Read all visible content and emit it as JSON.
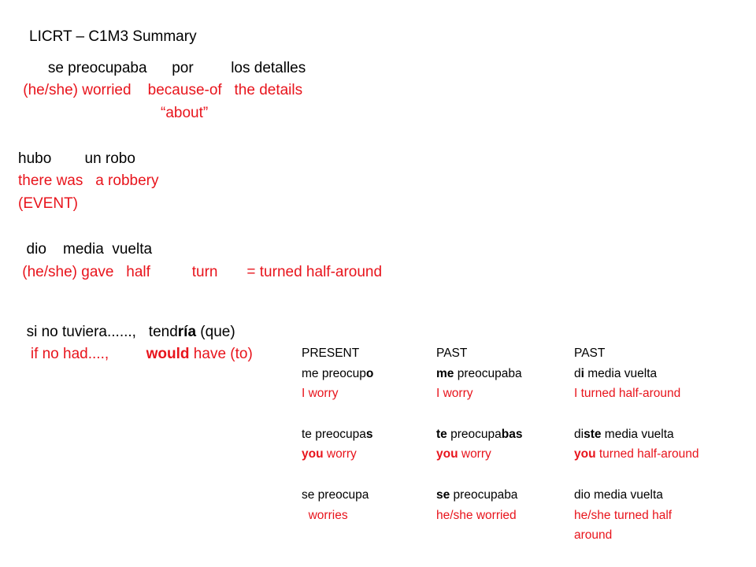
{
  "colors": {
    "red": "#e8141c",
    "black": "#000000"
  },
  "title": "LICRT – C1M3 Summary",
  "lines": {
    "ex1_es": "   se preocupaba      por         los detalles",
    "ex1_en": " (he/she) worried    because-of   the details",
    "ex1_about": "“about”",
    "ex2_es": "hubo        un robo",
    "ex2_en": "there was   a robbery",
    "ex2_note": "(EVENT)",
    "ex3_es": "  dio    media  vuelta",
    "ex3_en": " (he/she) gave   half          turn       = turned half-around",
    "ex4_es_a": "si no tuviera......,   tend",
    "ex4_es_b": "ría",
    "ex4_es_c": " (que)",
    "ex4_en_a": " if no had....,         ",
    "ex4_en_b": "would",
    "ex4_en_c": " have (to)"
  },
  "table": {
    "present": {
      "header": "PRESENT",
      "r1a": "me preocup",
      "r1b": "o",
      "r2": "I worry",
      "r3a": "te preocupa",
      "r3b": "s",
      "r4a": "you",
      "r4b": " worry",
      "r5": "se preocupa",
      "r6": "  worries"
    },
    "past1": {
      "header": "PAST",
      "r1a": "me",
      "r1b": " preocupaba",
      "r2": "I worry",
      "r3a": "te",
      "r3b": " preocupa",
      "r3c": "bas",
      "r4a": "you",
      "r4b": " worry",
      "r5a": "se",
      "r5b": " preocupaba",
      "r6": "he/she worried"
    },
    "past2": {
      "header": "PAST",
      "r1a": "d",
      "r1b": "i",
      "r1c": " media vuelta",
      "r2": "I turned half-around",
      "r3a": "di",
      "r3b": "ste",
      "r3c": " media vuelta",
      "r4a": "you",
      "r4b": " turned half-around",
      "r5": "dio media vuelta",
      "r6a": "he/she turned half",
      "r6b": "around"
    }
  }
}
